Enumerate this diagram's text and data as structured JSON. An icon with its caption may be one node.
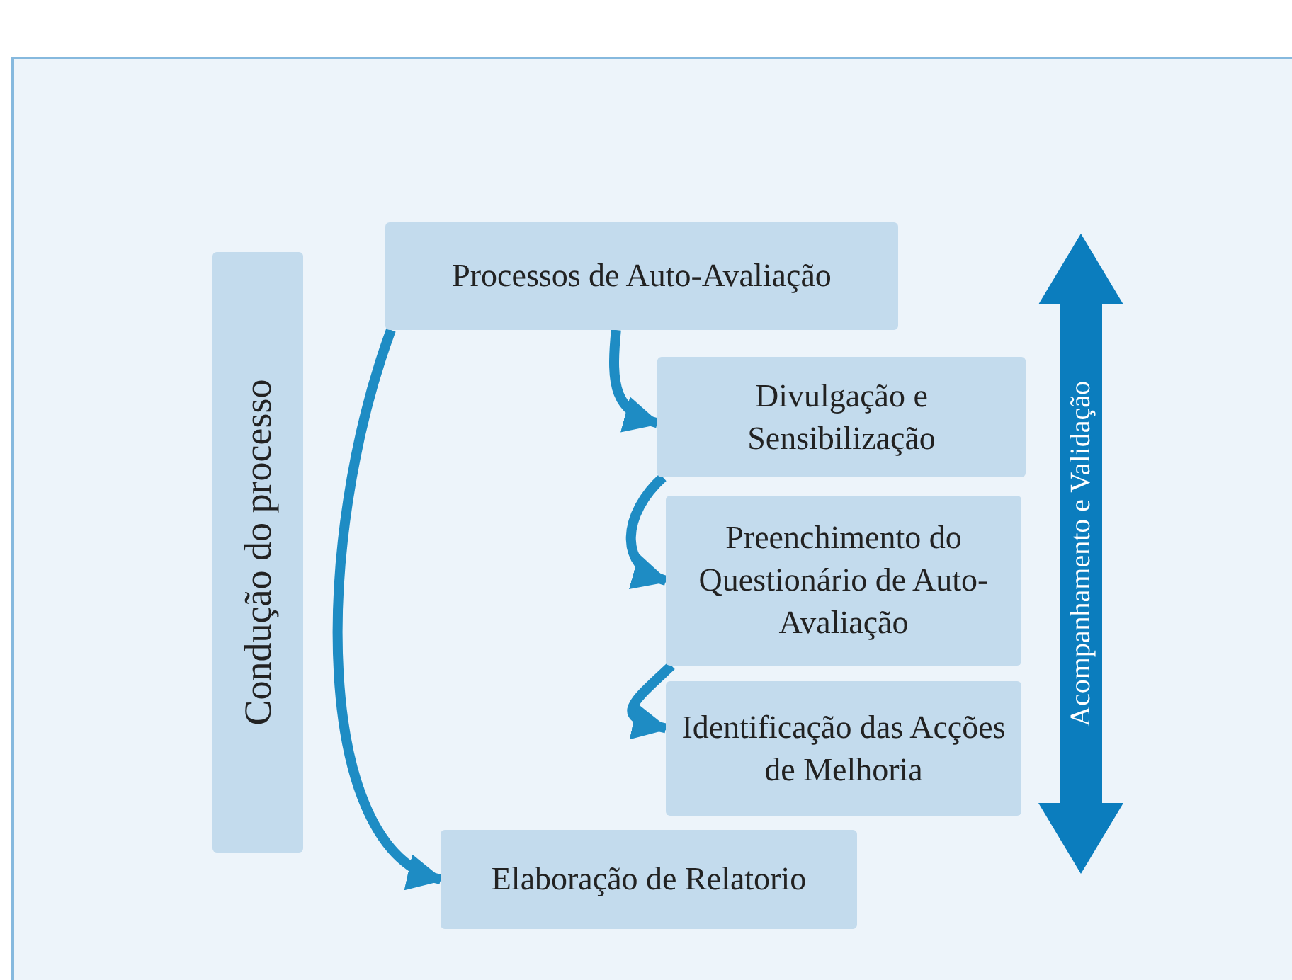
{
  "diagram": {
    "nodes": [
      {
        "text": [
          "Condução do processo"
        ]
      },
      {
        "text": [
          "Processos de Auto-Avaliação"
        ]
      },
      {
        "text": [
          "Divulgação e Sensibilização"
        ]
      },
      {
        "text": [
          "Preenchimento do Questionário de Auto-Avaliação"
        ]
      },
      {
        "text": [
          "Identificação das Acções de Melhoria"
        ]
      },
      {
        "text": [
          "Elaboração de Relatorio"
        ]
      },
      {
        "text": [
          "Acompanhamento e Validação"
        ]
      }
    ],
    "edges": [
      {
        "from": 1,
        "to": 2,
        "arrow": "to"
      },
      {
        "from": 2,
        "to": 3,
        "arrow": "to"
      },
      {
        "from": 3,
        "to": 4,
        "arrow": "to"
      },
      {
        "from": 1,
        "to": 5,
        "arrow": "to"
      }
    ]
  }
}
